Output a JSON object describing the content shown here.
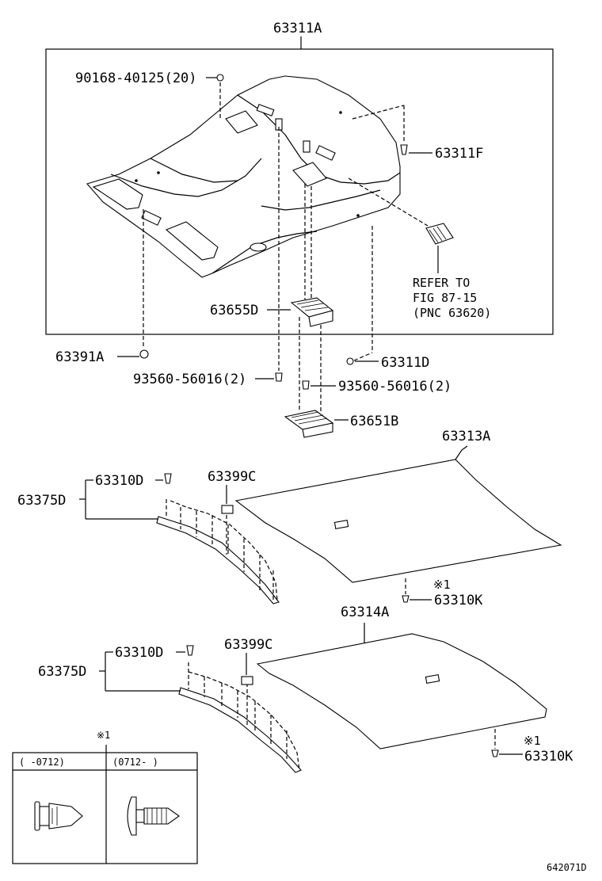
{
  "labels": {
    "assy_main": "63311A",
    "bolt_top": "90168-40125(20)",
    "clip_f": "63311F",
    "refer_line1": "REFER TO",
    "refer_line2": "FIG 87-15",
    "refer_line3": "(PNC 63620)",
    "pad_d": "63655D",
    "plug_a": "63391A",
    "clip_d": "63311D",
    "screw_left": "93560-56016(2)",
    "screw_right": "93560-56016(2)",
    "pad_b": "63651B",
    "panel_upper": "63313A",
    "group_upper": "63375D",
    "clip_upper": "63310D",
    "clip_c_upper": "63399C",
    "ref_upper": "※1",
    "clip_k_upper": "63310K",
    "panel_lower": "63314A",
    "group_lower": "63375D",
    "clip_lower": "63310D",
    "clip_c_lower": "63399C",
    "ref_lower": "※1",
    "clip_k_lower": "63310K"
  },
  "inset": {
    "title": "※1",
    "col_left": "(   -0712)",
    "col_right": "(0712-   )"
  },
  "footer_code": "642071D"
}
